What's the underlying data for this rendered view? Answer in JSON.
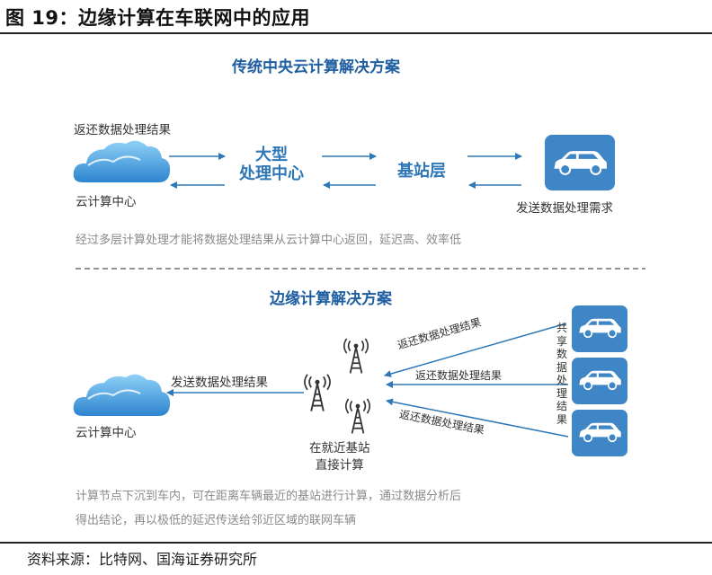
{
  "figure_title": "图 19：边缘计算在车联网中的应用",
  "traditional": {
    "title": "传统中央云计算解决方案",
    "return_label": "返还数据处理结果",
    "center_line1": "大型",
    "center_line2": "处理中心",
    "base_station": "基站层",
    "cloud_label": "云计算中心",
    "request_label": "发送数据处理需求",
    "note": "经过多层计算处理才能将数据处理结果从云计算中心返回，延迟高、效率低"
  },
  "edge": {
    "title": "边缘计算解决方案",
    "send_label": "发送数据处理结果",
    "cloud_label": "云计算中心",
    "return_labels": [
      "返还数据处理结果",
      "返还数据处理结果",
      "返还数据处理结果"
    ],
    "station_line1": "在就近基站",
    "station_line2": "直接计算",
    "share_label": "共享数据处理结果",
    "note_line1": "计算节点下沉到车内，可在距离车辆最近的基站进行计算，通过数据分析后",
    "note_line2": "得出结论，再以极低的延迟传送给邻近区域的联网车辆"
  },
  "source": "资料来源：比特网、国海证券研究所",
  "colors": {
    "accent": "#2e78b7",
    "title_blue": "#1f5ea0",
    "car_tile": "#3f86c6"
  }
}
